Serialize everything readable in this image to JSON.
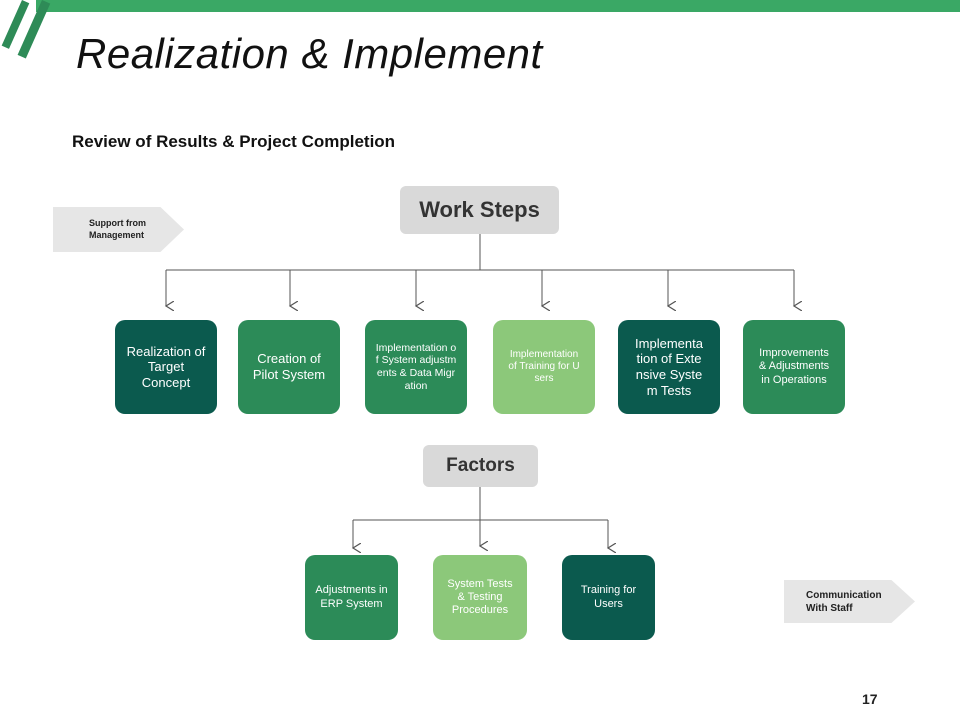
{
  "slide": {
    "title": "Realization & Implement",
    "subtitle": "Review of Results & Project Completion",
    "page_number": "17"
  },
  "work_steps": {
    "header": "Work Steps",
    "steps": [
      {
        "label": "Realization of Target Concept",
        "color": "#0b5a4e"
      },
      {
        "label": "Creation of Pilot System",
        "color": "#2c8b58"
      },
      {
        "label": "Implementation of System adjustments & Data Migration",
        "color": "#2c8b58"
      },
      {
        "label": "Implementation of Training for Users",
        "color": "#8cc87a"
      },
      {
        "label": "Implementation of Extensive System Tests",
        "color": "#0b5a4e"
      },
      {
        "label": "Improvements & Adjustments in Operations",
        "color": "#2c8b58"
      }
    ]
  },
  "factors": {
    "header": "Factors",
    "items": [
      {
        "label": "Adjustments in ERP System",
        "color": "#2c8b58"
      },
      {
        "label": "System Tests & Testing Procedures",
        "color": "#8cc87a"
      },
      {
        "label": "Training for Users",
        "color": "#0b5a4e"
      }
    ]
  },
  "callouts": {
    "left": "Support from Management",
    "right": "Communication With Staff"
  },
  "colors": {
    "accent_green": "#3aa865",
    "dark_teal": "#0b5a4e",
    "mid_green": "#2c8b58",
    "light_green": "#8cc87a",
    "header_gray": "#d9d9d9",
    "callout_gray": "#e6e6e6",
    "connector": "#555555"
  }
}
